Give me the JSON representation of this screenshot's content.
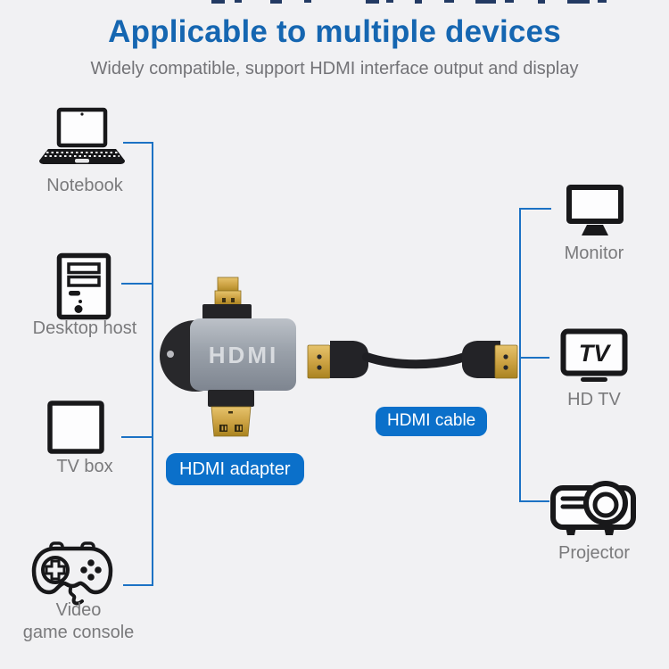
{
  "header": {
    "title": "Applicable to multiple devices",
    "subtitle": "Widely compatible, support HDMI interface output and display"
  },
  "left_devices": [
    {
      "icon": "notebook-icon",
      "label": "Notebook"
    },
    {
      "icon": "desktop-tower-icon",
      "label": "Desktop host"
    },
    {
      "icon": "tv-box-icon",
      "label": "TV box"
    },
    {
      "icon": "gamepad-icon",
      "label": "Video\ngame console"
    }
  ],
  "right_devices": [
    {
      "icon": "monitor-icon",
      "label": "Monitor"
    },
    {
      "icon": "hdtv-icon",
      "label": "HD TV",
      "screen_text": "TV"
    },
    {
      "icon": "projector-icon",
      "label": "Projector"
    }
  ],
  "product": {
    "adapter_print": "HDMI",
    "adapter_label": "HDMI adapter",
    "cable_label": "HDMI cable"
  },
  "colors": {
    "background": "#f1f1f3",
    "title_blue": "#1566b1",
    "subtitle_gray": "#737377",
    "label_gray": "#7a7a7c",
    "connector_blue": "#1c72c4",
    "chip_blue": "#0b70ca",
    "icon_black": "#18181a",
    "adapter_gray": "#9aa1aa",
    "gold": "#c79d3f"
  }
}
